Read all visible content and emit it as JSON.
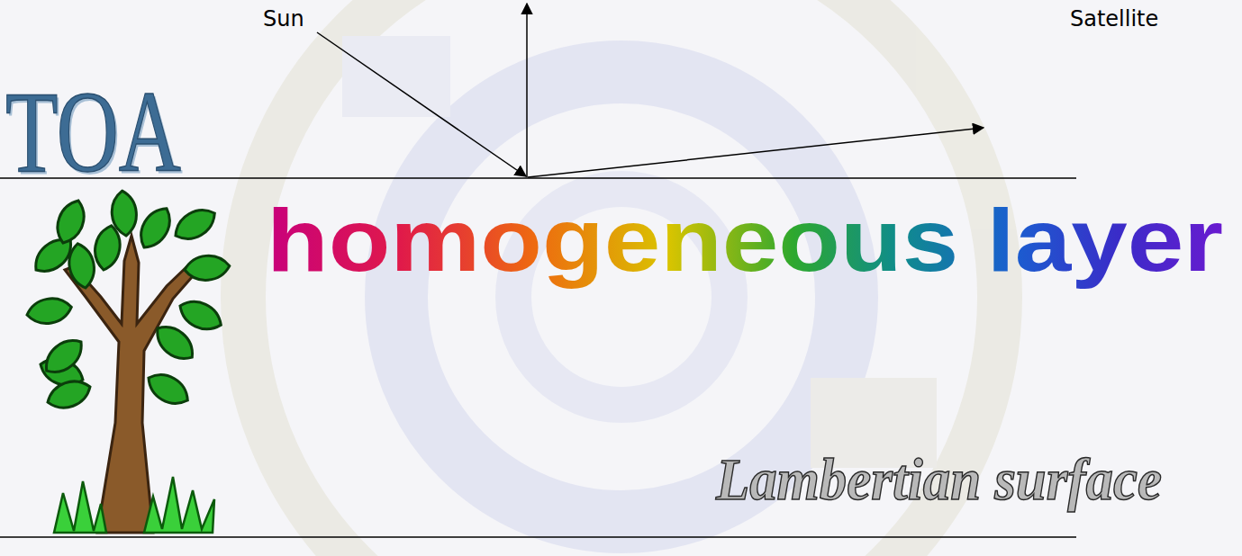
{
  "diagram": {
    "labels": [
      "Sun",
      "Satellite",
      "TOA",
      "homogeneous layer",
      "Lambertian surface"
    ]
  }
}
